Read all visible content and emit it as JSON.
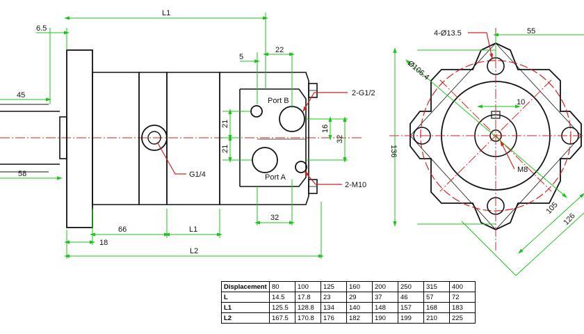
{
  "side_view": {
    "dims": {
      "d6_5": "6.5",
      "L1_top": "L1",
      "d45": "45",
      "d58": "58",
      "d5": "5",
      "d22": "22",
      "d21_a": "21",
      "d21_b": "21",
      "d16": "16",
      "d32_v": "32",
      "d32_h": "32",
      "d66": "66",
      "d18": "18",
      "L1_bottom": "L1",
      "L2": "L2"
    },
    "labels": {
      "port_b": "Port B",
      "port_a": "Port A",
      "g1_2": "2-G1/2",
      "g1_4": "G1/4",
      "m10": "2-M10"
    }
  },
  "front_view": {
    "dims": {
      "hole": "4-Ø13.5",
      "d55": "55",
      "bolt_circle": "Ø106.4",
      "d10": "10",
      "d136": "136",
      "d105": "105",
      "d126": "126"
    },
    "labels": {
      "m8": "M8"
    }
  },
  "spec_table": {
    "header": "Displacement",
    "displacements": [
      "80",
      "100",
      "125",
      "160",
      "200",
      "250",
      "315",
      "400"
    ],
    "rows": [
      {
        "label": "L",
        "values": [
          "14.5",
          "17.8",
          "23",
          "29",
          "37",
          "46",
          "57",
          "72"
        ]
      },
      {
        "label": "L1",
        "values": [
          "125.5",
          "128.8",
          "134",
          "140",
          "148",
          "157",
          "168",
          "183"
        ]
      },
      {
        "label": "L2",
        "values": [
          "167.5",
          "170.8",
          "176",
          "182",
          "190",
          "199",
          "210",
          "225"
        ]
      }
    ]
  },
  "colors": {
    "outline": "#111111",
    "dimension": "#19c419",
    "callout": "#d42020"
  }
}
